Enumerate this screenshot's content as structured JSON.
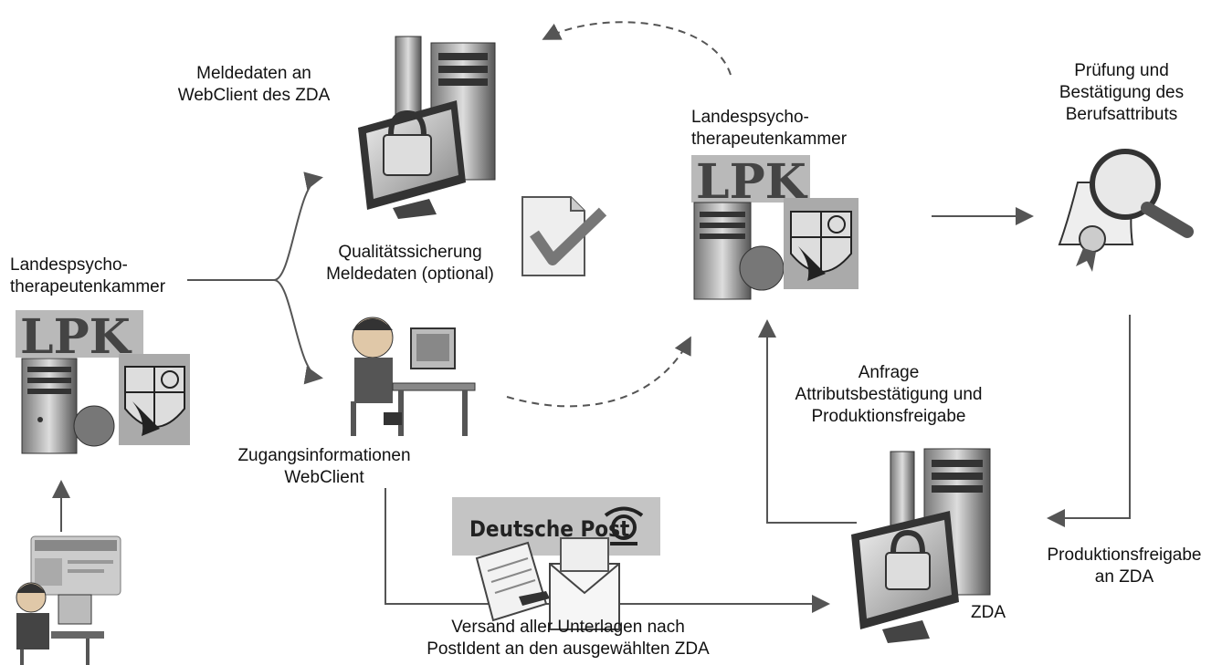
{
  "labels": {
    "meldedaten": "Meldedaten an\nWebClient des ZDA",
    "lpk_left": "Landespsycho-\ntherapeutenkammer",
    "lpk_right": "Landespsycho-\ntherapeutenkammer",
    "qualitaet": "Qualitätssicherung\nMeldedaten (optional)",
    "zugang": "Zugangsinformationen\nWebClient",
    "pruefung": "Prüfung und\nBestätigung des\nBerufsattributs",
    "anfrage": "Anfrage\nAttributsbestätigung und\nProduktionsfreigabe",
    "zda": "ZDA",
    "produktion": "Produktionsfreigabe\nan ZDA",
    "versand": "Versand aller Unterlagen nach\nPostIdent an den ausgewählten ZDA",
    "lpk_logo_left": "LPK",
    "lpk_logo_right": "LPK",
    "post_brand": "Deutsche Post"
  },
  "colors": {
    "arrow": "#555555",
    "logo_bg": "#b9b9b9",
    "post_bg": "#c4c4c4"
  }
}
